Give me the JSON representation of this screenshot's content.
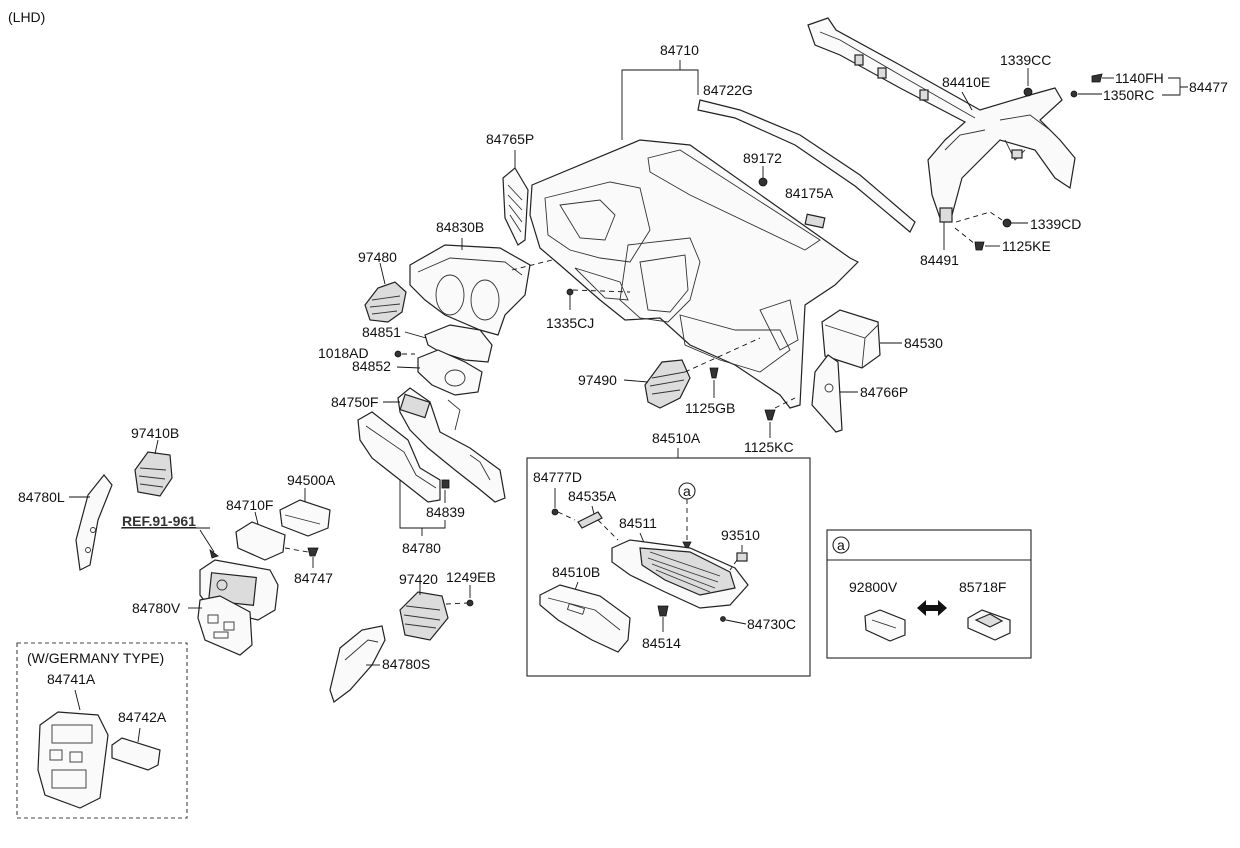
{
  "header": {
    "variant": "(LHD)"
  },
  "labels": {
    "p84710": "84710",
    "p84722G": "84722G",
    "p84765P": "84765P",
    "p89172": "89172",
    "p84175A": "84175A",
    "p84830B": "84830B",
    "p97480": "97480",
    "p84851": "84851",
    "p1018AD": "1018AD",
    "p84852": "84852",
    "p1335CJ": "1335CJ",
    "p97490": "97490",
    "p1125GB": "1125GB",
    "p84750F": "84750F",
    "p84530": "84530",
    "p84766P": "84766P",
    "p1125KC": "1125KC",
    "p1339CC": "1339CC",
    "p84410E": "84410E",
    "p1140FH": "1140FH",
    "p1350RC": "1350RC",
    "p84477": "84477",
    "p1339CD": "1339CD",
    "p84491": "84491",
    "p1125KE": "1125KE",
    "p97410B": "97410B",
    "p84780L": "84780L",
    "p94500A": "94500A",
    "p84710F": "84710F",
    "ref": "REF.91-961",
    "p84747": "84747",
    "p84780V": "84780V",
    "p84839": "84839",
    "p84780": "84780",
    "p97420": "97420",
    "p1249EB": "1249EB",
    "p84780S": "84780S",
    "germany_title": "(W/GERMANY TYPE)",
    "p84741A": "84741A",
    "p84742A": "84742A",
    "p84510A": "84510A",
    "p84777D": "84777D",
    "p84535A": "84535A",
    "p84511": "84511",
    "p93510": "93510",
    "p84510B": "84510B",
    "p84514": "84514",
    "p84730C": "84730C",
    "callout_a": "a",
    "p92800V": "92800V",
    "p85718F": "85718F"
  }
}
